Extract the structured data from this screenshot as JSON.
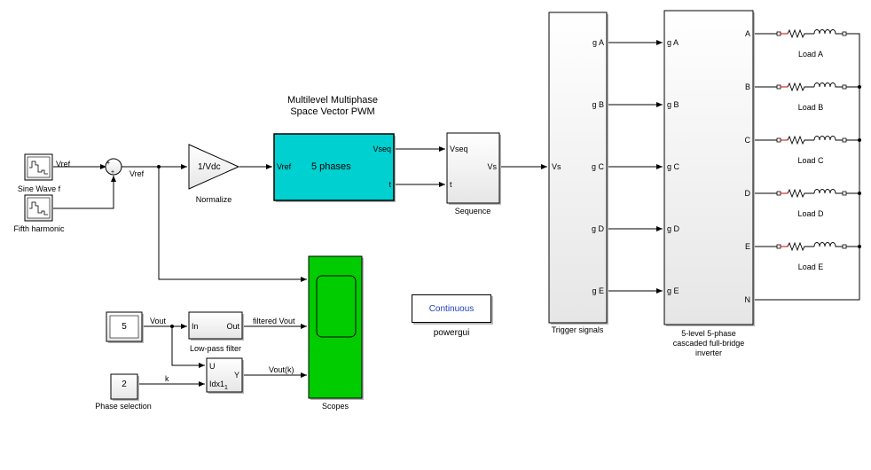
{
  "blocks": {
    "sine_wave": {
      "label": "Sine Wave f",
      "out_label": "Vref"
    },
    "fifth_harmonic": {
      "label": "Fifth harmonic"
    },
    "sum_out_label": "Vref",
    "normalize": {
      "gain_text": "1/Vdc",
      "label": "Normalize"
    },
    "pwm": {
      "title_line1": "Multilevel Multiphase",
      "title_line2": "Space Vector PWM",
      "center_text": "5 phases",
      "in_port": "Vref",
      "out_ports": [
        "Vseq",
        "t"
      ],
      "color": "#00d0d0"
    },
    "sequence": {
      "label": "Sequence",
      "in_ports": [
        "Vseq",
        "t"
      ],
      "out_port": "Vs"
    },
    "trigger": {
      "label": "Trigger signals",
      "in_port": "Vs",
      "out_ports": [
        "g A",
        "g B",
        "g C",
        "g D",
        "g E"
      ]
    },
    "inverter": {
      "label_lines": [
        "5-level 5-phase",
        "cascaded full-bridge",
        "inverter"
      ],
      "in_ports": [
        "g A",
        "g B",
        "g C",
        "g D",
        "g E"
      ],
      "out_ports": [
        "A",
        "B",
        "C",
        "D",
        "E",
        "N"
      ]
    },
    "loads": [
      "Load A",
      "Load B",
      "Load C",
      "Load D",
      "Load E"
    ],
    "constant5": {
      "value": "5",
      "out_label": "Vout"
    },
    "lowpass": {
      "label": "Low-pass filter",
      "in_port": "In",
      "out_port": "Out",
      "out_label": "filtered Vout"
    },
    "selector": {
      "in_ports": [
        "U",
        "Idx1"
      ],
      "sub": "1",
      "out_port": "Y",
      "out_label": "Vout(k)"
    },
    "constant2": {
      "value": "2",
      "label": "Phase selection",
      "out_label": "k"
    },
    "scopes": {
      "label": "Scopes",
      "color": "#00cc00"
    },
    "powergui": {
      "button_text": "Continuous",
      "label": "powergui"
    }
  }
}
